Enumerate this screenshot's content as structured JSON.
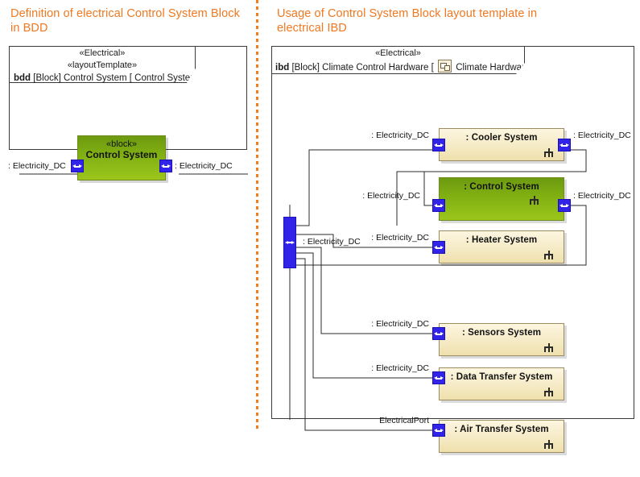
{
  "left": {
    "heading": "Definition of electrical Control System Block in BDD",
    "frame": {
      "stereotype_1": "«Electrical»",
      "stereotype_2": "«layoutTemplate»",
      "kind": "bdd",
      "title_rest": " [Block] Control System [ Control System ]"
    },
    "block": {
      "stereotype": "«block»",
      "name": "Control System",
      "fill_color": "#7fae12"
    },
    "ports": [
      {
        "name": "left-port",
        "label": ": Electricity_DC",
        "side": "left"
      },
      {
        "name": "right-port",
        "label": ": Electricity_DC",
        "side": "right"
      }
    ]
  },
  "right": {
    "heading": "Usage of Control System Block layout template in electrical IBD",
    "frame": {
      "stereotype_1": "«Electrical»",
      "kind": "ibd",
      "title_pre": " [Block] Climate Control Hardware [ ",
      "icon": "diagram-icon",
      "title_post": " Climate Hardware ]"
    },
    "boundary_port": {
      "label": ": Electricity_DC"
    },
    "parts": [
      {
        "name": ": Cooler System",
        "fill": "cream",
        "left_label": ": Electricity_DC",
        "right_label": ": Electricity_DC"
      },
      {
        "name": ": Control System",
        "fill": "green",
        "left_label": ": Electricity_DC",
        "right_label": ": Electricity_DC"
      },
      {
        "name": ": Heater System",
        "fill": "cream",
        "left_label": ": Electricity_DC",
        "right_label": ""
      },
      {
        "name": ": Sensors System",
        "fill": "cream",
        "left_label": ": Electricity_DC",
        "right_label": ""
      },
      {
        "name": ": Data Transfer System",
        "fill": "cream",
        "left_label": ": Electricity_DC",
        "right_label": ""
      },
      {
        "name": ": Air Transfer System",
        "fill": "cream",
        "left_label": "ElectricalPort",
        "right_label": ""
      }
    ]
  },
  "colors": {
    "heading": "#f07820",
    "divider": "#ef7d22",
    "port": "#3124e8",
    "green_block": "#7fae12",
    "cream_block": "#f6ecc9",
    "frame_border": "#3a3a3a"
  }
}
